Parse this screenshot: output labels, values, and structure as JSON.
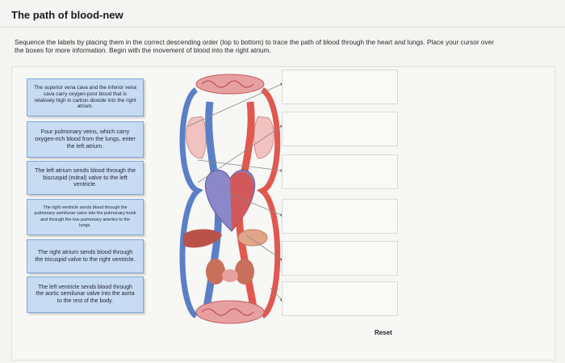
{
  "page": {
    "title": "The path of blood-new",
    "instructions": "Sequence the labels by placing them in the correct descending order (top to bottom) to trace the path of blood through the heart and lungs. Place your cursor over the boxes for more information. Begin with the movement of blood into the right atrium."
  },
  "labels": [
    {
      "text": "The superior vena cava and the inferior vena cava carry oxygen-poor blood that is relatively high in carbon dioxide into the right atrium."
    },
    {
      "text": "Four pulmonary veins, which carry oxygen-rich blood from the lungs, enter the left atrium."
    },
    {
      "text": "The left atrium sends blood through the biscuspid (mitral) valve to the left ventricle."
    },
    {
      "text": "The right ventricle sends blood through the pulmonary semilunar valve into the pulmonary trunk and through the two pulmonary arteries to the lungs."
    },
    {
      "text": "The right atrium sends blood through the tricuspid valve to the right ventricle."
    },
    {
      "text": "The left ventricle sends blood through the aortic semilunar valve into the aorta to the rest of the body."
    }
  ],
  "diagram": {
    "icon": "heart-lungs-circulation-diagram",
    "colors": {
      "oxygenated": "#e0584e",
      "deoxygenated": "#5b7fc7",
      "capillary": "#d98a8a"
    }
  },
  "answer_boxes": [
    {},
    {},
    {},
    {},
    {},
    {}
  ],
  "reset_label": "Reset"
}
